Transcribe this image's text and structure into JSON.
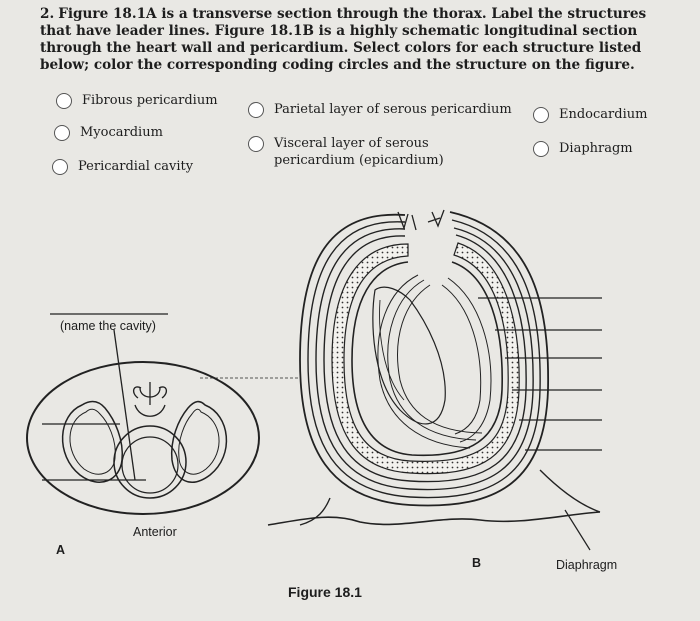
{
  "question": {
    "number": "2.",
    "text": "Figure 18.1A is a transverse section through the thorax. Label the structures that have leader lines. Figure 18.1B is a highly schematic longitudinal section through the heart wall and pericardium. Select colors for each structure listed below; color the corresponding coding circles and the structure on the figure."
  },
  "legend": [
    "Fibrous pericardium",
    "Parietal layer of serous pericardium",
    "Endocardium",
    "Myocardium",
    "Visceral layer of serous pericardium (epicardium)",
    "Diaphragm",
    "Pericardial cavity"
  ],
  "figureA": {
    "cavity_hint": "(name the cavity)",
    "anterior_label": "Anterior",
    "letter": "A"
  },
  "figureB": {
    "letter": "B",
    "diaphragm_label": "Diaphragm"
  },
  "caption": "Figure 18.1"
}
